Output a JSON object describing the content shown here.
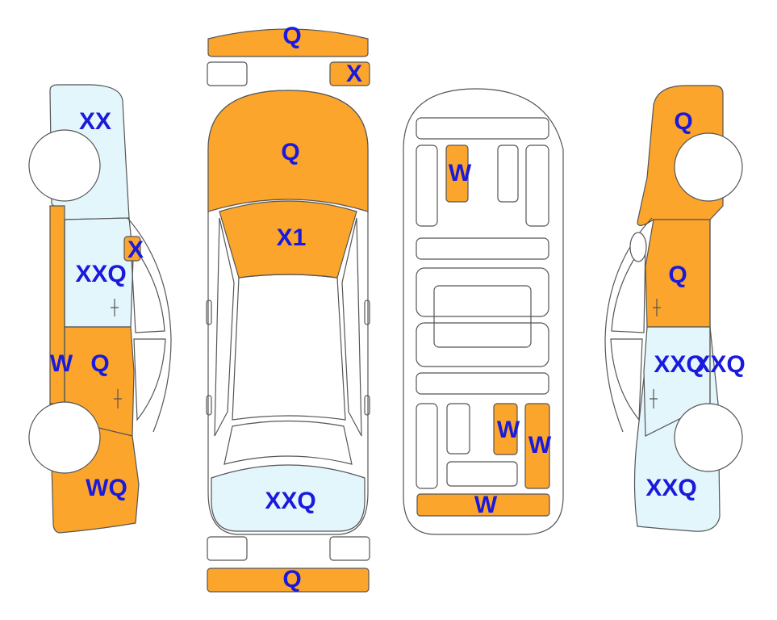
{
  "colors": {
    "damage_fill": "#fba52c",
    "repair_fill": "#e3f6fb",
    "code_text": "#1a1adc",
    "outline": "#555555"
  },
  "labels": {
    "front_bumper": "Q",
    "front_right_lamp": "X",
    "hood": "Q",
    "windshield": "X1",
    "rear_window": "XXQ",
    "rear_bumper": "Q",
    "floor_front": "W",
    "floor_rear_left": "W",
    "floor_rear_right": "W",
    "floor_tail": "W",
    "left_front_fender": "XX",
    "left_front_door": "XXQ",
    "left_mirror": "X",
    "left_rocker": "W",
    "left_rear_door": "Q",
    "left_rear_fender": "WQ",
    "right_front_fender": "Q",
    "right_front_door": "Q",
    "right_rear_door": "XXQ",
    "right_rear_door_overlap": "XXQ",
    "right_rear_fender": "XXQ"
  }
}
